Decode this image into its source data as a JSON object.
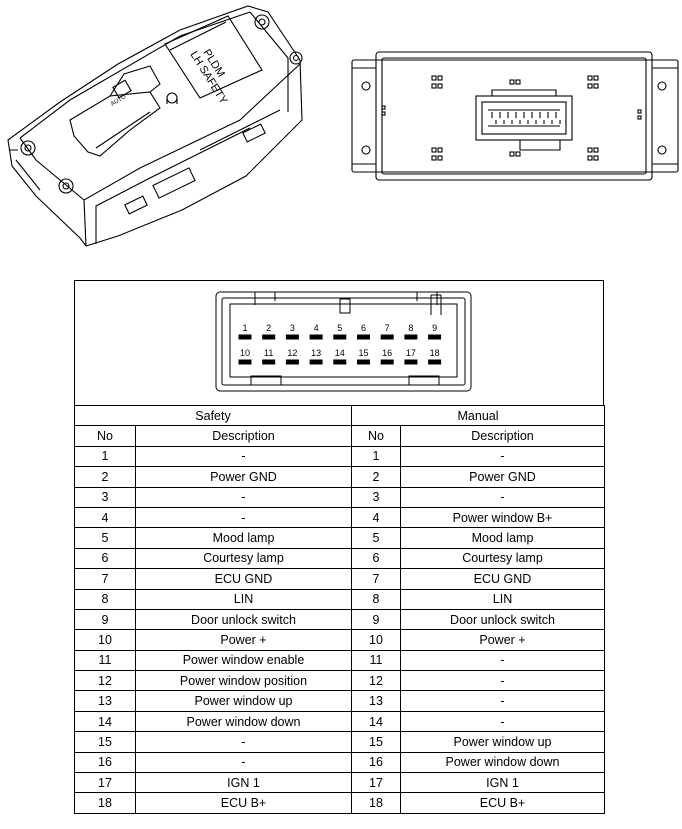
{
  "top_view": {
    "label_line1": "PLDM",
    "label_line2": "LH SAFETY",
    "button_label": "AUTO"
  },
  "connector_pins_row1": [
    "1",
    "2",
    "3",
    "4",
    "5",
    "6",
    "7",
    "8",
    "9"
  ],
  "connector_pins_row2": [
    "10",
    "11",
    "12",
    "13",
    "14",
    "15",
    "16",
    "17",
    "18"
  ],
  "table": {
    "group_safety": "Safety",
    "group_manual": "Manual",
    "col_no": "No",
    "col_desc": "Description",
    "rows": [
      {
        "no": "1",
        "safety": "-",
        "manual": "-"
      },
      {
        "no": "2",
        "safety": "Power GND",
        "manual": "Power GND"
      },
      {
        "no": "3",
        "safety": "-",
        "manual": "-"
      },
      {
        "no": "4",
        "safety": "-",
        "manual": "Power window B+"
      },
      {
        "no": "5",
        "safety": "Mood lamp",
        "manual": "Mood lamp"
      },
      {
        "no": "6",
        "safety": "Courtesy lamp",
        "manual": "Courtesy lamp"
      },
      {
        "no": "7",
        "safety": "ECU GND",
        "manual": "ECU GND"
      },
      {
        "no": "8",
        "safety": "LIN",
        "manual": "LIN"
      },
      {
        "no": "9",
        "safety": "Door unlock switch",
        "manual": "Door unlock switch"
      },
      {
        "no": "10",
        "safety": "Power +",
        "manual": "Power +"
      },
      {
        "no": "11",
        "safety": "Power window enable",
        "manual": "-"
      },
      {
        "no": "12",
        "safety": "Power window position",
        "manual": "-"
      },
      {
        "no": "13",
        "safety": "Power window up",
        "manual": "-"
      },
      {
        "no": "14",
        "safety": "Power window down",
        "manual": "-"
      },
      {
        "no": "15",
        "safety": "-",
        "manual": "Power window up"
      },
      {
        "no": "16",
        "safety": "-",
        "manual": "Power window down"
      },
      {
        "no": "17",
        "safety": "IGN 1",
        "manual": "IGN 1"
      },
      {
        "no": "18",
        "safety": "ECU B+",
        "manual": "ECU B+"
      }
    ]
  }
}
